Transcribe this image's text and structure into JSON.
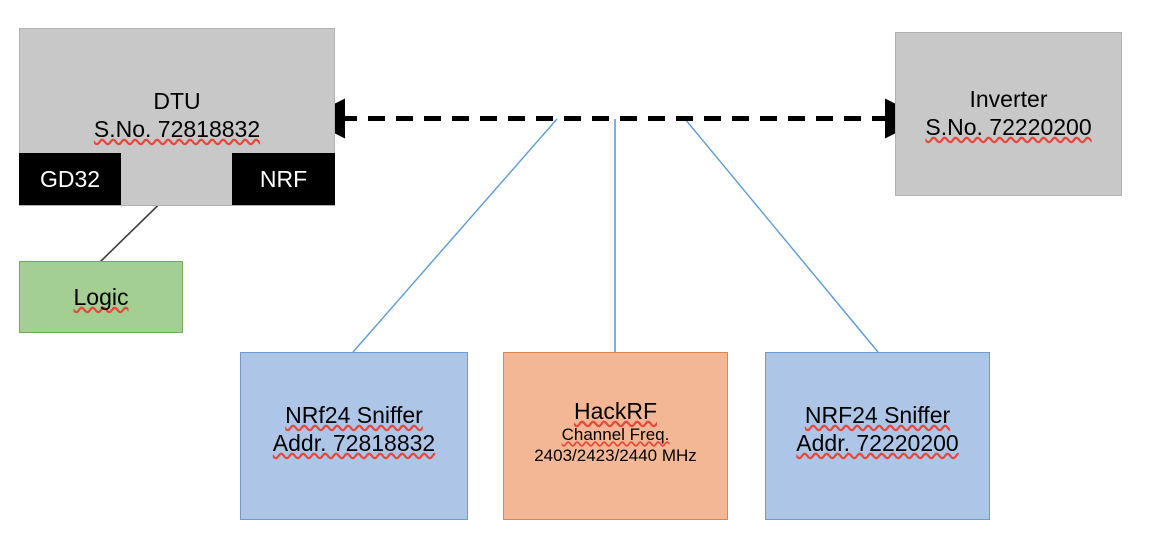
{
  "diagram": {
    "title": "RF sniffing setup block diagram",
    "colors": {
      "grey_fill": "#c8c8c8",
      "grey_border": "#b2b2b2",
      "black_fill": "#000000",
      "green_fill": "#a4cf92",
      "green_border": "#6ead59",
      "blue_fill": "#adc6e8",
      "blue_border": "#6b9ad4",
      "orange_fill": "#f4b795",
      "orange_border": "#e2824c",
      "wire_blue": "#5b9bd5",
      "wire_black": "#000000",
      "spellcheck_underline": "#e8483c"
    },
    "nodes": {
      "dtu": {
        "title": "DTU",
        "subtitle": "S.No. 72818832"
      },
      "gd32": {
        "label": "GD32"
      },
      "nrf": {
        "label": "NRF"
      },
      "logic": {
        "label": "Logic"
      },
      "inverter": {
        "title": "Inverter",
        "subtitle": "S.No. 72220200"
      },
      "sniffer_left": {
        "title": "NRf24 Sniffer",
        "subtitle": "Addr. 72818832"
      },
      "hackrf": {
        "title": "HackRF",
        "line2": "Channel Freq.",
        "line3": "2403/2423/2440 MHz"
      },
      "sniffer_right": {
        "title": "NRF24 Sniffer",
        "subtitle": "Addr. 72220200"
      }
    },
    "connections": {
      "rf_link": {
        "name": "dtu-to-inverter-rf-link",
        "style": "dashed-double-arrow"
      },
      "spi_link": {
        "name": "gd32-to-nrf-bus",
        "style": "solid-double-arrow"
      },
      "logic_probe": {
        "name": "logic-analyzer-probe",
        "style": "thin-solid"
      },
      "tap_left": {
        "name": "tap-to-sniffer-left",
        "style": "thin-blue"
      },
      "tap_mid": {
        "name": "tap-to-hackrf",
        "style": "thin-blue"
      },
      "tap_right": {
        "name": "tap-to-sniffer-right",
        "style": "thin-blue"
      }
    }
  }
}
